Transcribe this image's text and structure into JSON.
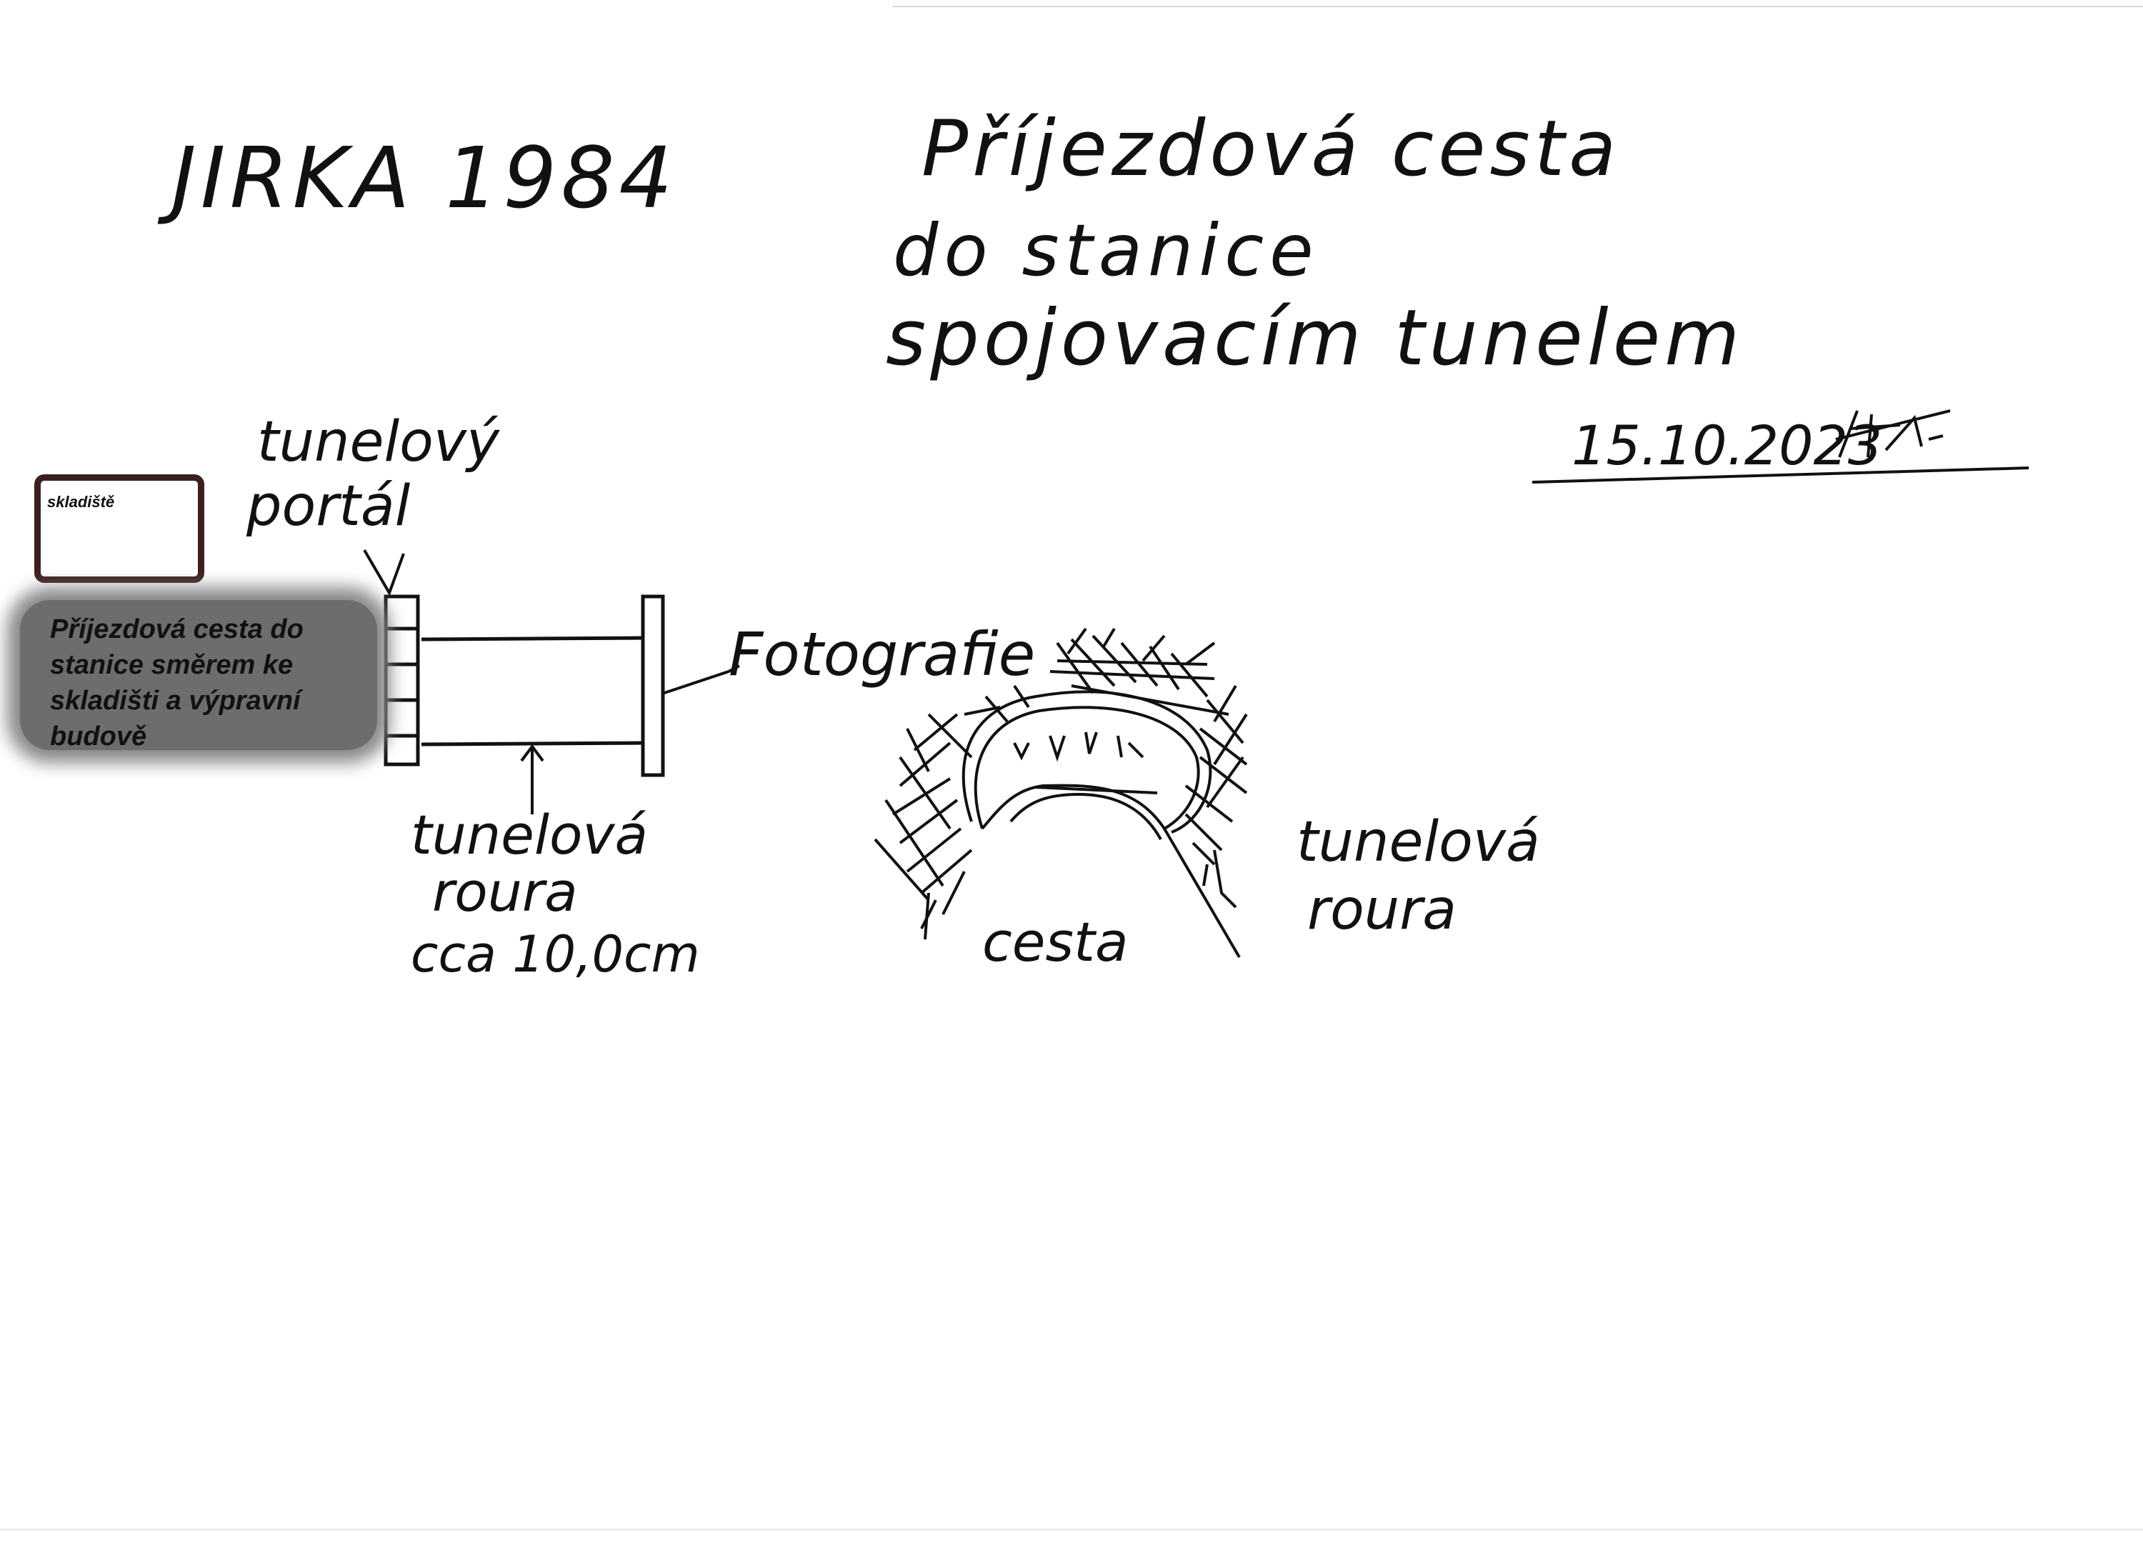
{
  "header": {
    "author_year": "JIRKA 1984",
    "title_line1": "Příjezdová cesta",
    "title_line2": "do stanice",
    "title_line3": "spojovacím tunelem",
    "date": "15.10.2023"
  },
  "left_diagram": {
    "portal_label_line1": "tunelový",
    "portal_label_line2": "portál",
    "pipe_label_line1": "tunelová",
    "pipe_label_line2": "roura",
    "pipe_label_line3": "cca 10,0cm",
    "photo_label": "Fotografie"
  },
  "right_sketch": {
    "road_label": "cesta",
    "pipe_label_line1": "tunelová",
    "pipe_label_line2": "roura"
  },
  "overlay": {
    "storage_label": "skladiště",
    "note_text": "Příjezdová cesta do stanice směrem ke skladišti a výpravní budově"
  },
  "colors": {
    "ink": "#111111",
    "storage_border": "#3b1f1f",
    "note_background": "#6d6d6d",
    "paper": "#ffffff"
  }
}
